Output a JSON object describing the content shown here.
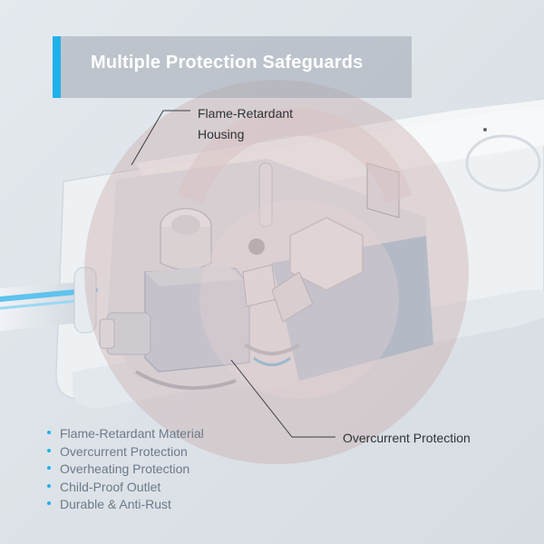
{
  "header": {
    "title": "Multiple Protection Safeguards"
  },
  "callouts": {
    "housing": "Flame-Retardant Housing",
    "overcurrent": "Overcurrent Protection"
  },
  "features": [
    "Flame-Retardant Material",
    "Overcurrent Protection",
    "Overheating Protection",
    "Child-Proof Outlet",
    "Durable & Anti-Rust"
  ],
  "colors": {
    "accent": "#1fb1ea",
    "watermark": "#c9a7a9"
  }
}
